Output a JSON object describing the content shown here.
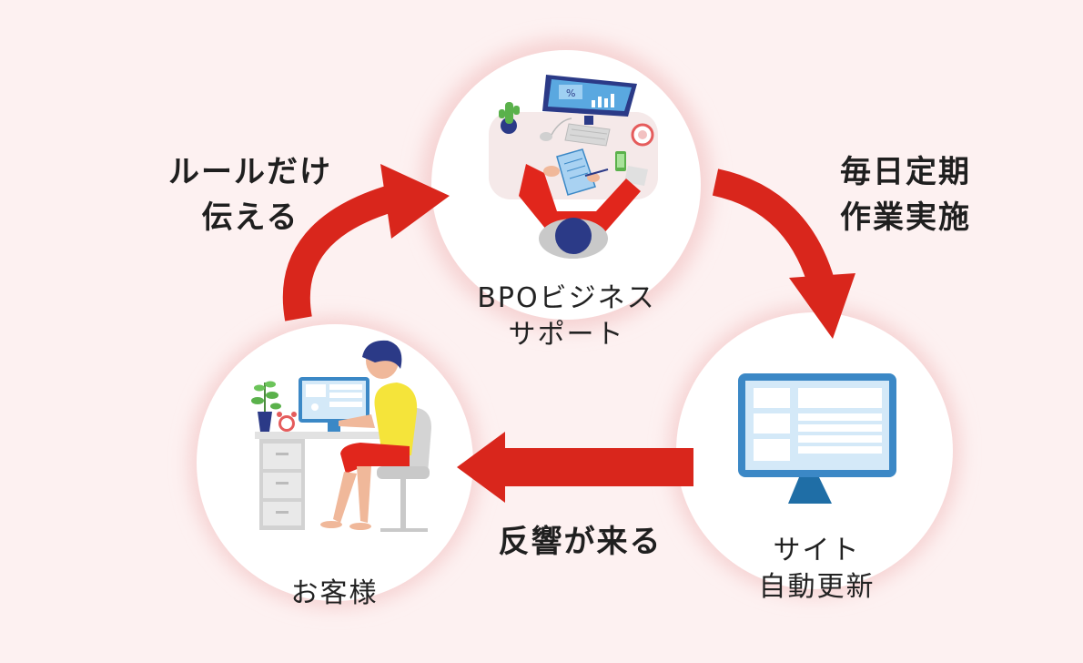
{
  "nodes": {
    "bpo": {
      "lines": [
        "BPOビジネス",
        "サポート"
      ]
    },
    "site": {
      "lines": [
        "サイト",
        "自動更新"
      ]
    },
    "customer": {
      "lines": [
        "お客様"
      ]
    }
  },
  "arrows": {
    "rules": {
      "lines": [
        "ルールだけ",
        "伝える"
      ]
    },
    "daily": {
      "lines": [
        "毎日定期",
        "作業実施"
      ]
    },
    "response": {
      "lines": [
        "反響が来る"
      ]
    }
  },
  "colors": {
    "background": "#fdf1f1",
    "arrow": "#d9261c",
    "circle": "#ffffff",
    "monitor_blue": "#3b88c6",
    "navy": "#2b3a87",
    "skin": "#f0b89a",
    "shirt_red": "#e1261c",
    "shirt_yellow": "#f5e43a"
  },
  "icons": [
    "monitor-chart-icon",
    "cactus-icon",
    "keyboard-icon",
    "mouse-icon",
    "coffee-cup-icon",
    "phone-icon",
    "document-icon",
    "monitor-icon",
    "plant-icon",
    "alarm-clock-icon",
    "desk-icon",
    "chair-icon"
  ]
}
